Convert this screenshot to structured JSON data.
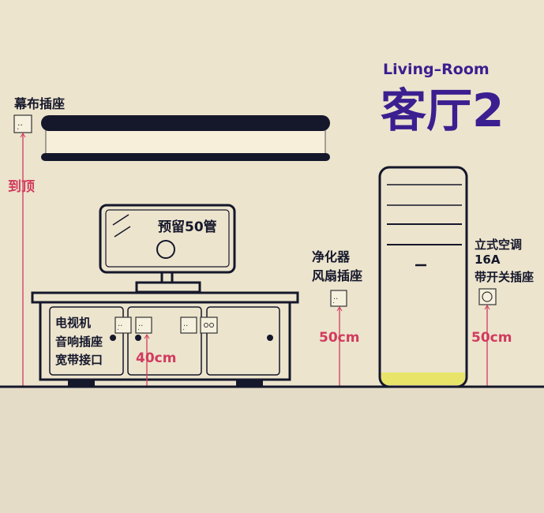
{
  "title": {
    "english": "Living–Room",
    "chinese": "客厅2"
  },
  "screen_socket": {
    "label": "幕布插座",
    "height_label": "到顶"
  },
  "tv": {
    "label": "预留50管"
  },
  "cabinet": {
    "lines": [
      "电视机",
      "音响插座",
      "宽带接口"
    ],
    "height_label": "40cm"
  },
  "purifier_socket": {
    "lines": [
      "净化器",
      "风扇插座"
    ],
    "height_label": "50cm"
  },
  "ac_socket": {
    "lines": [
      "立式空调",
      "16A",
      "带开关插座"
    ],
    "height_label": "50cm"
  },
  "colors": {
    "background": "#ece4cd",
    "ink": "#15172b",
    "dimension": "#d23a5e",
    "title": "#3b1f90",
    "ac_glow": "#e8e46a"
  }
}
